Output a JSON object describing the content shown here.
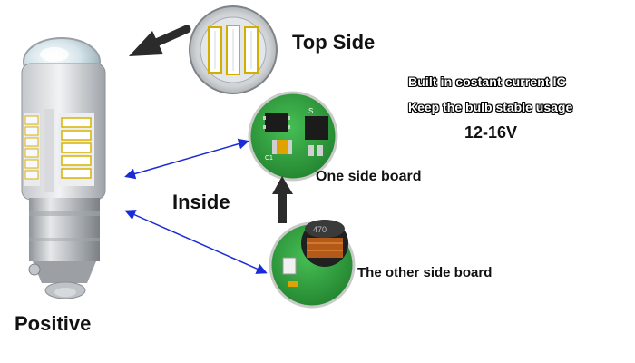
{
  "labels": {
    "top_side": "Top Side",
    "inside": "Inside",
    "positive": "Positive",
    "one_side_board": "One side board",
    "other_side_board": "The other side board"
  },
  "features": {
    "line1": "Built in costant current IC",
    "line2": "Keep the bulb stable usage",
    "voltage": "12-16V"
  },
  "markings": {
    "inductor": "470",
    "chip": "S",
    "cap": "C1"
  },
  "colors": {
    "arrow_blue": "#1a2bd6",
    "arrow_dark": "#2b2b2b",
    "pcb_green": "#2fa33f",
    "led_white": "#f4f6f8",
    "metal": "#c9ccd0"
  }
}
